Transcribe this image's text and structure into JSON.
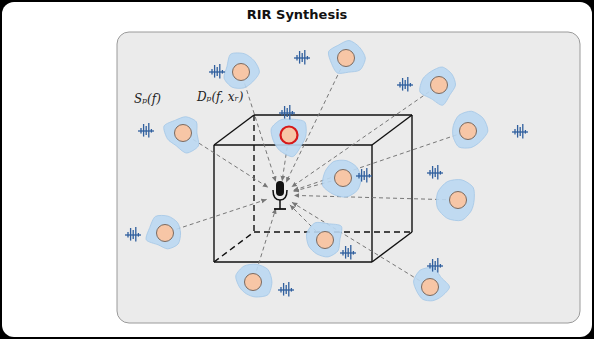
{
  "diagram": {
    "title": "RIR Synthesis",
    "labels": [
      "Sₚ(f)",
      "Dₚ(f, xᵣ)"
    ]
  }
}
